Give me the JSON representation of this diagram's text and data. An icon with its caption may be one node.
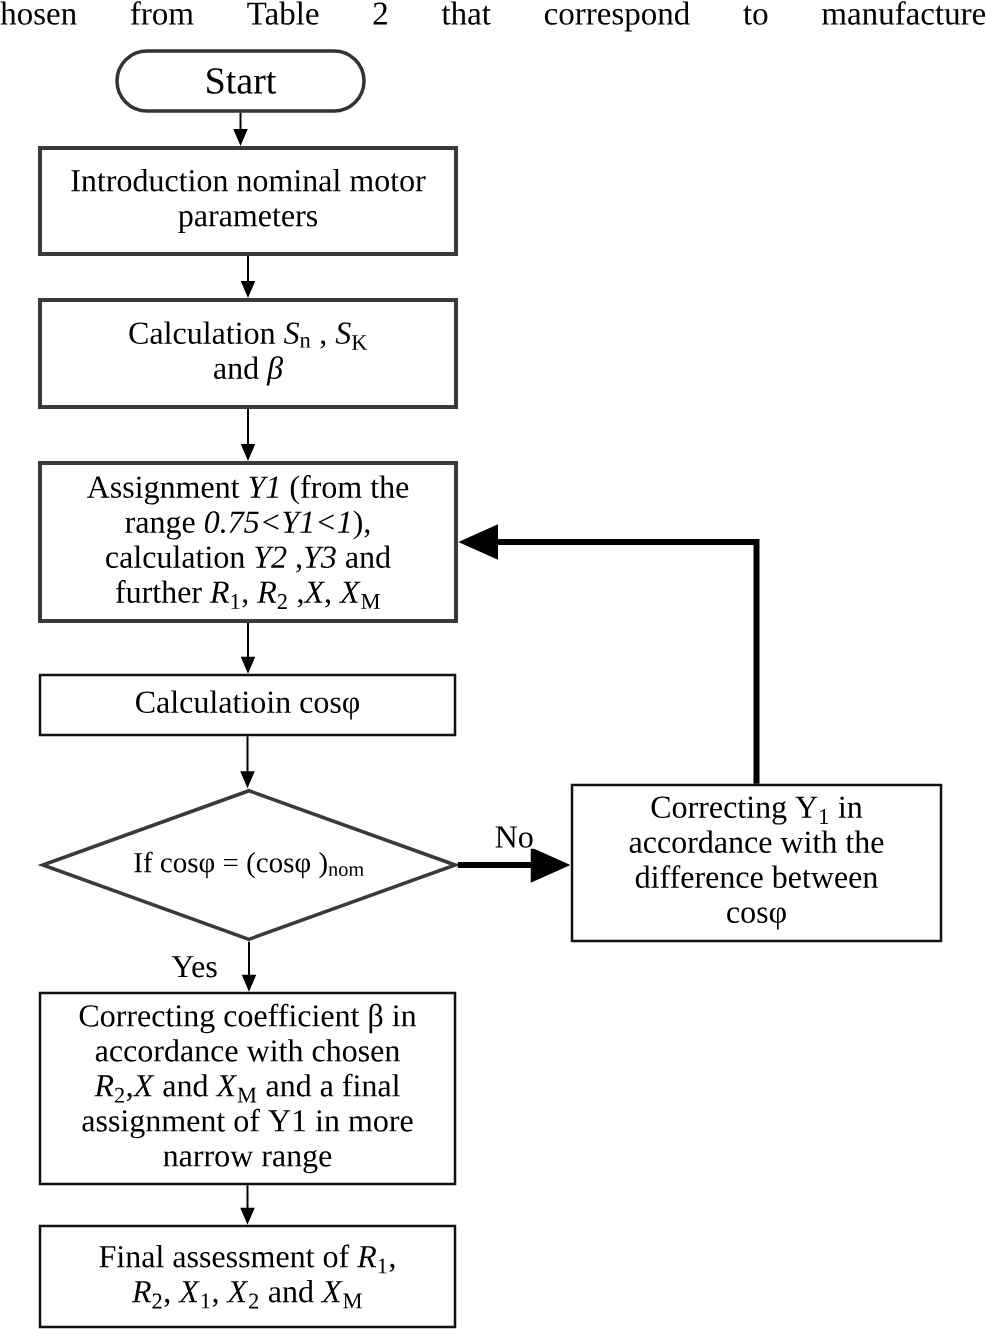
{
  "diagram": {
    "nodes": [
      {
        "text": [
          "Start"
        ]
      },
      {
        "text": [
          "Introduction nominal motor parameters"
        ]
      },
      {
        "text": [
          "Calculation *S*$_{n}$ , *S*$_{K}$ and *β*"
        ]
      },
      {
        "text": [
          "Assignment *Y1* (from the range *0.75<Y1<1*), calculation *Y2* ,*Y3* and further *R*$_{1}$, *R*$_{2}$ ,*X*, *X*$_{M}$"
        ]
      },
      {
        "text": [
          "Calculatioin cosφ"
        ]
      },
      {
        "text": [
          "If cosφ = (cosφ )$_{nom}$"
        ]
      },
      {
        "text": [
          "Correcting Y$_{1}$ in accordance with the difference between cosφ"
        ]
      },
      {
        "text": [
          "Correcting coefficient β in accordance with chosen *R*$_{2}$,*X* and *X*$_{M}$ and a final assignment of Y1 in more narrow range"
        ]
      },
      {
        "text": [
          "Final assessment of *R*$_{1}$, *R*$_{2}$, *X*$_{1}$, *X*$_{2}$ and *X*$_{M}$"
        ]
      }
    ],
    "edges": [
      {
        "from": 0,
        "to": 1,
        "arrow": "to"
      },
      {
        "from": 1,
        "to": 2,
        "arrow": "to"
      },
      {
        "from": 2,
        "to": 3,
        "arrow": "to"
      },
      {
        "from": 3,
        "to": 4,
        "arrow": "to"
      },
      {
        "from": 4,
        "to": 5,
        "arrow": "to"
      },
      {
        "from": 5,
        "to": 6,
        "arrow": "to",
        "label": "No",
        "style": "thick"
      },
      {
        "from": 6,
        "to": 3,
        "arrow": "to",
        "style": "thick"
      },
      {
        "from": 5,
        "to": 7,
        "arrow": "to",
        "label": "Yes"
      },
      {
        "from": 7,
        "to": 8,
        "arrow": "to"
      }
    ],
    "labels": [
      "hosen from Table 2 that correspond to manufacture"
    ]
  }
}
